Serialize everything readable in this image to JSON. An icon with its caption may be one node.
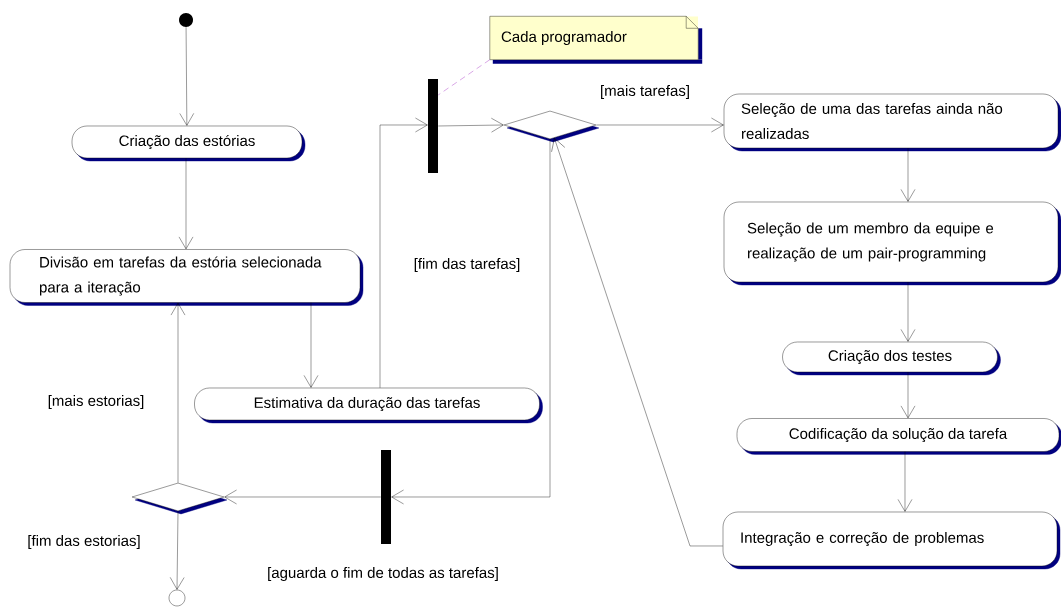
{
  "diagram": {
    "nodes": [
      {
        "text": [],
        "shape": "circle"
      },
      {
        "text": [
          "Criação das estórias"
        ]
      },
      {
        "text": [
          "Divisão em tarefas da estória selecionada para a iteração"
        ]
      },
      {
        "text": [
          "Cada programador"
        ]
      },
      {
        "text": [],
        "shape": "bar"
      },
      {
        "text": [],
        "shape": "diamond"
      },
      {
        "text": [
          "Seleção de uma das tarefas ainda não realizadas"
        ]
      },
      {
        "text": [
          "Seleção de um membro da equipe e realização de um pair-programming"
        ]
      },
      {
        "text": [
          "Estimativa da duração das tarefas"
        ]
      },
      {
        "text": [
          "Criação dos testes"
        ]
      },
      {
        "text": [
          "Codificação da solução da tarefa"
        ]
      },
      {
        "text": [],
        "shape": "diamond"
      },
      {
        "text": [],
        "shape": "bar",
        "beside": [
          "[aguarda o fim de todas as tarefas]"
        ]
      },
      {
        "text": [
          "Integração e correção de problemas"
        ]
      },
      {
        "text": [],
        "shape": "circle"
      }
    ],
    "edges": [
      {
        "from": 0,
        "to": 1,
        "arrow": "to"
      },
      {
        "from": 1,
        "to": 2,
        "arrow": "to"
      },
      {
        "from": 2,
        "to": 8,
        "arrow": "to"
      },
      {
        "from": 8,
        "to": 4,
        "arrow": "to"
      },
      {
        "from": 3,
        "to": 4,
        "arrow": "none",
        "style": "dashed",
        "color": "#a020c0"
      },
      {
        "from": 4,
        "to": 5,
        "arrow": "to"
      },
      {
        "from": 5,
        "to": 6,
        "arrow": "to",
        "label": "[mais tarefas]"
      },
      {
        "from": 6,
        "to": 7,
        "arrow": "to"
      },
      {
        "from": 7,
        "to": 9,
        "arrow": "to"
      },
      {
        "from": 9,
        "to": 10,
        "arrow": "to"
      },
      {
        "from": 10,
        "to": 13,
        "arrow": "to"
      },
      {
        "from": 13,
        "to": 5,
        "arrow": "to"
      },
      {
        "from": 5,
        "to": 12,
        "arrow": "to",
        "label": "[fim das tarefas]"
      },
      {
        "from": 12,
        "to": 11,
        "arrow": "to"
      },
      {
        "from": 11,
        "to": 2,
        "arrow": "to",
        "label": "[mais estorias]"
      },
      {
        "from": 11,
        "to": 14,
        "arrow": "to",
        "label": "[fim das estorias]"
      }
    ]
  }
}
